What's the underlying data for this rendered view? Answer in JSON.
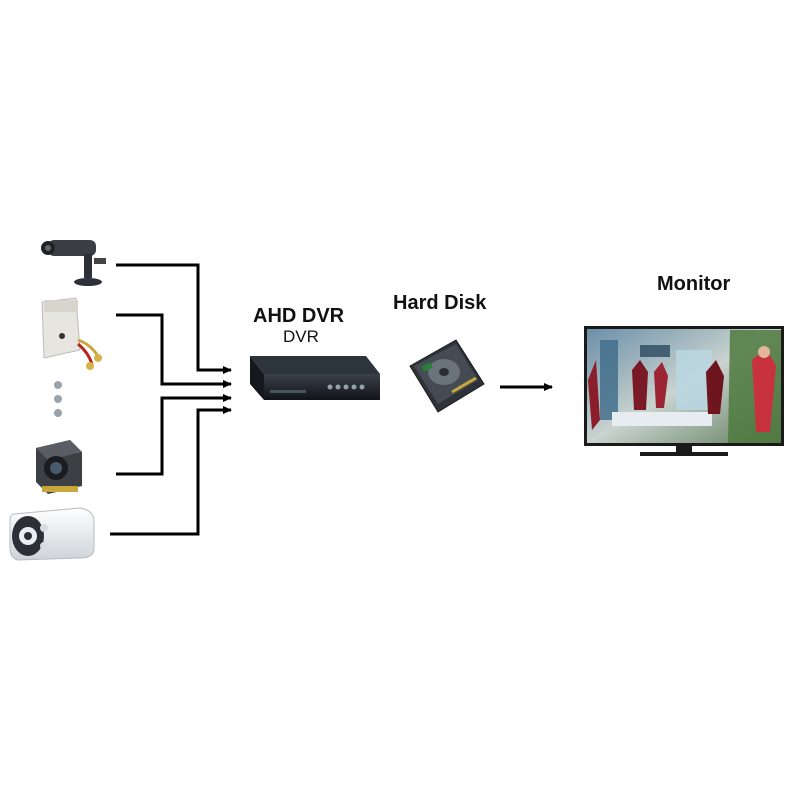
{
  "labels": {
    "dvr_title": "AHD DVR",
    "dvr_subtitle": "DVR",
    "hard_disk": "Hard Disk",
    "monitor": "Monitor"
  },
  "devices": {
    "cameras": [
      "bullet-mini-camera",
      "pir-camera",
      "square-mini-camera",
      "bullet-ir-camera"
    ],
    "dvr": "dvr-recorder",
    "disk": "hard-disk-drive",
    "display": "monitor-display"
  },
  "colors": {
    "line": "#000000",
    "camera_body": "#e9e9e9",
    "dvr_body": "#1b1f24",
    "monitor_frame": "#1a1a1a"
  }
}
